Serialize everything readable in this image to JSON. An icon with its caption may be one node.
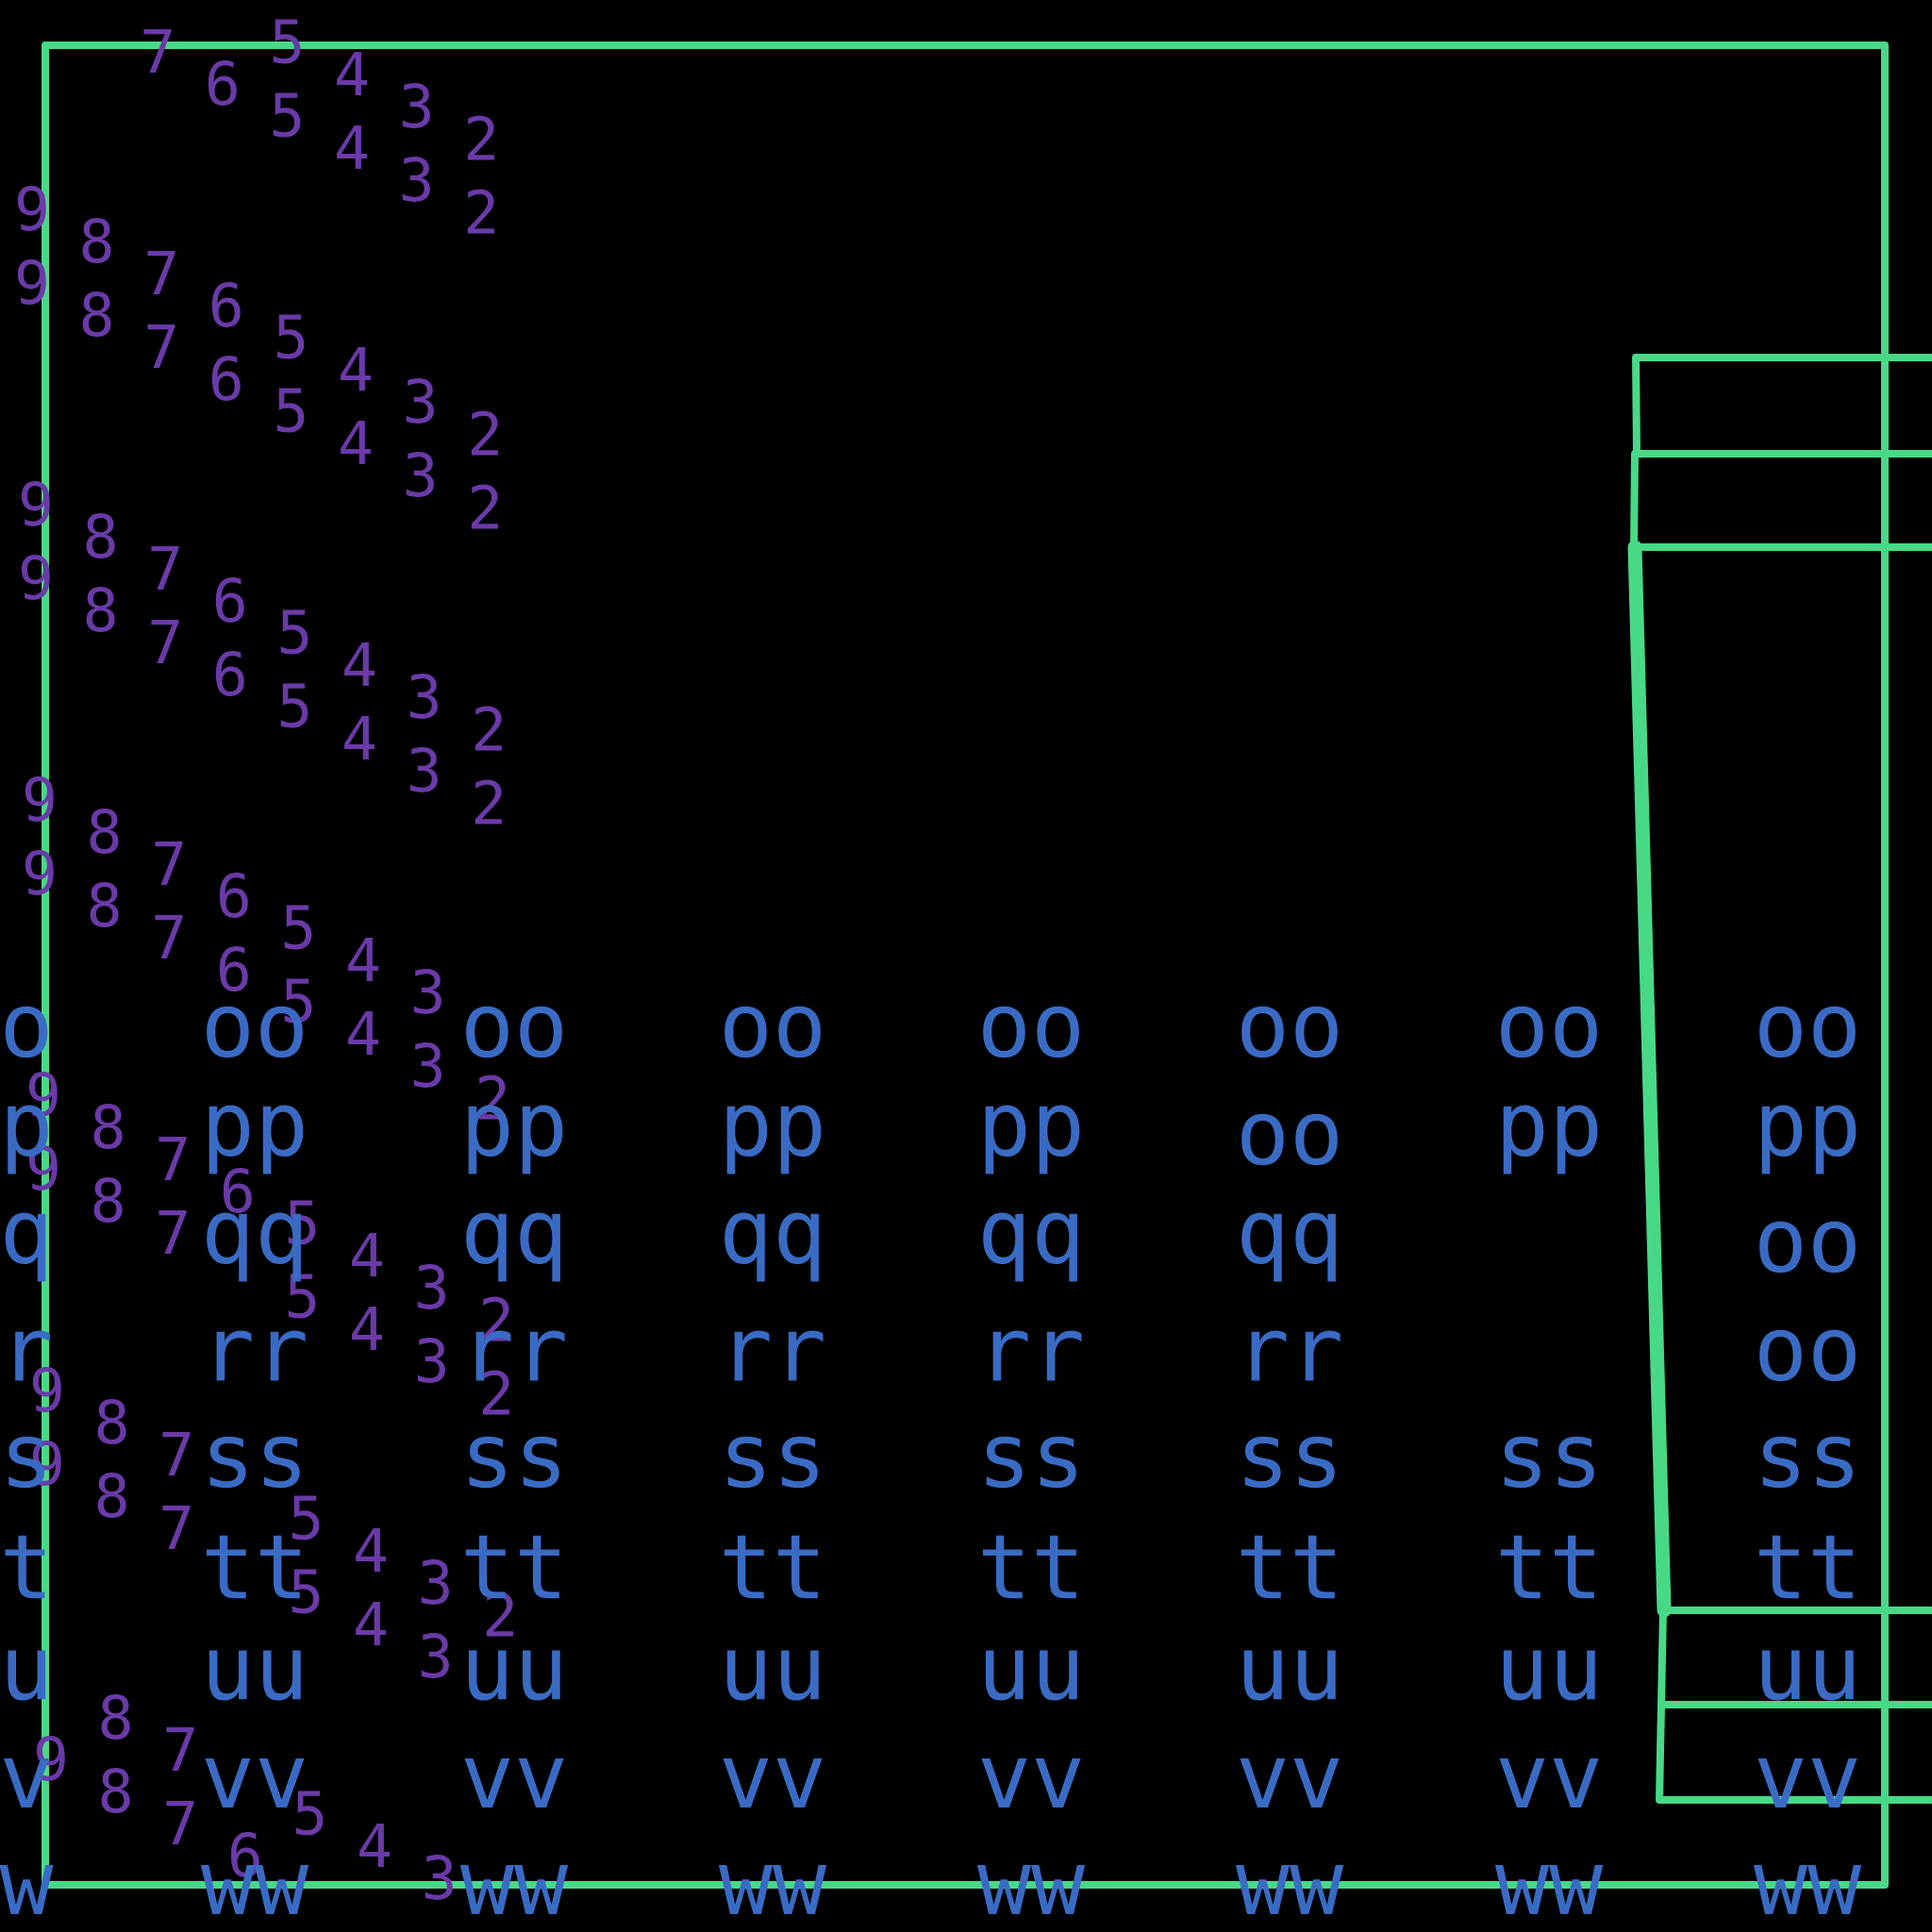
{
  "diagram": {
    "labels": [
      "5",
      "4",
      "3",
      "2",
      "7",
      "6",
      "5",
      "4",
      "3",
      "9",
      "2",
      "8",
      "7",
      "6",
      "5",
      "4",
      "3",
      "2",
      "9",
      "8",
      "7",
      "6",
      "5",
      "4",
      "3",
      "9",
      "2",
      "8",
      "7",
      "6",
      "5",
      "4",
      "3",
      "2",
      "9",
      "8",
      "7",
      "6",
      "5",
      "4",
      "3",
      "9",
      "2",
      "8",
      "7",
      "6",
      "5",
      "4",
      "3",
      "9",
      "8",
      "7",
      "6",
      "5",
      "4",
      "3",
      "9",
      "2",
      "8",
      "7",
      "6",
      "5",
      "4",
      "3",
      "2",
      "9",
      "8",
      "7",
      "5",
      "4",
      "3",
      "9",
      "2",
      "8",
      "7",
      "5",
      "4",
      "3",
      "2",
      "9",
      "8",
      "7",
      "5",
      "4",
      "3",
      "8",
      "7",
      "5",
      "4",
      "3",
      "9",
      "8",
      "7",
      "6",
      "o",
      "oo",
      "oo",
      "oo",
      "oo",
      "oo",
      "oo",
      "oo",
      "p",
      "pp",
      "pp",
      "pp",
      "pp",
      "oo",
      "pp",
      "pp",
      "q",
      "qq",
      "qq",
      "qq",
      "qq",
      "qq",
      "oo",
      "r",
      "rr",
      "rr",
      "rr",
      "rr",
      "rr",
      "oo",
      "s",
      "ss",
      "ss",
      "ss",
      "ss",
      "ss",
      "ss",
      "ss",
      "t",
      "tt",
      "tt",
      "tt",
      "tt",
      "tt",
      "tt",
      "tt",
      "u",
      "uu",
      "uu",
      "uu",
      "uu",
      "uu",
      "uu",
      "uu",
      "v",
      "vv",
      "vv",
      "vv",
      "vv",
      "vv",
      "vv",
      "vv",
      "w",
      "ww",
      "ww",
      "ww",
      "ww",
      "ww",
      "ww",
      "ww"
    ]
  }
}
